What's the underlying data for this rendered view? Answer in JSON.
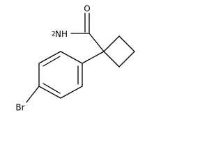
{
  "structure": {
    "atoms": {
      "oxygen": "O",
      "amide_nitrogen": "NH",
      "amide_subscript": "2",
      "bromine": "Br"
    }
  }
}
